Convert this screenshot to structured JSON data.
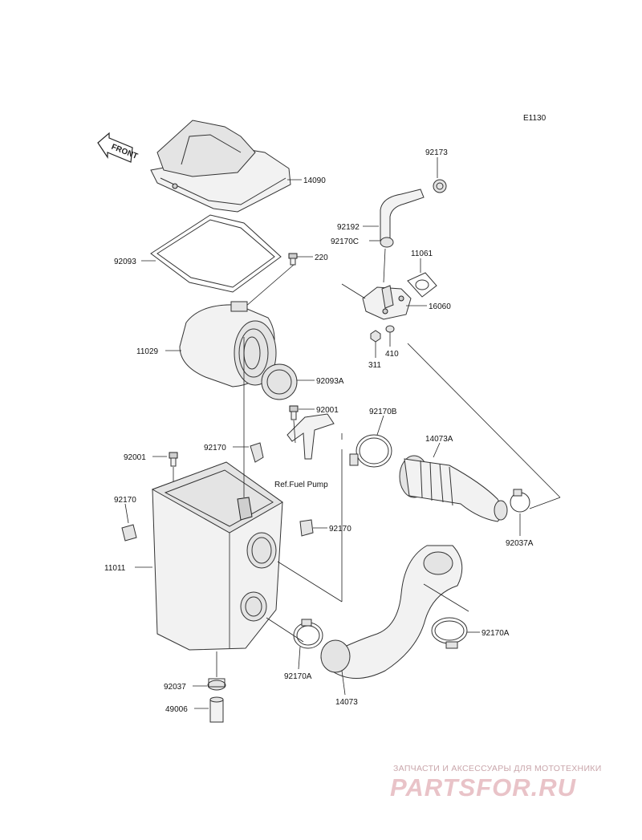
{
  "diagram_code": "E1130",
  "front_label": "FRONT",
  "parts": {
    "p14090": "14090",
    "p92093": "92093",
    "p220": "220",
    "p92173": "92173",
    "p92192": "92192",
    "p92170C": "92170C",
    "p11061": "11061",
    "p16060": "16060",
    "p311": "311",
    "p410": "410",
    "p11029": "11029",
    "p92093A": "92093A",
    "p92001a": "92001",
    "p92170B": "92170B",
    "p14073A": "14073A",
    "p92001b": "92001",
    "p92170a": "92170",
    "p92170b": "92170",
    "p92170c": "92170",
    "p92037A": "92037A",
    "p11011": "11011",
    "p92170A1": "92170A",
    "p92170A2": "92170A",
    "p92037": "92037",
    "p49006": "49006",
    "p14073": "14073"
  },
  "ref_note": "Ref.Fuel Pump",
  "watermark": {
    "tagline": "ЗАПЧАСТИ И АКСЕССУАРЫ ДЛЯ МОТОТЕХНИКИ",
    "logo": "PARTSFOR.RU"
  }
}
